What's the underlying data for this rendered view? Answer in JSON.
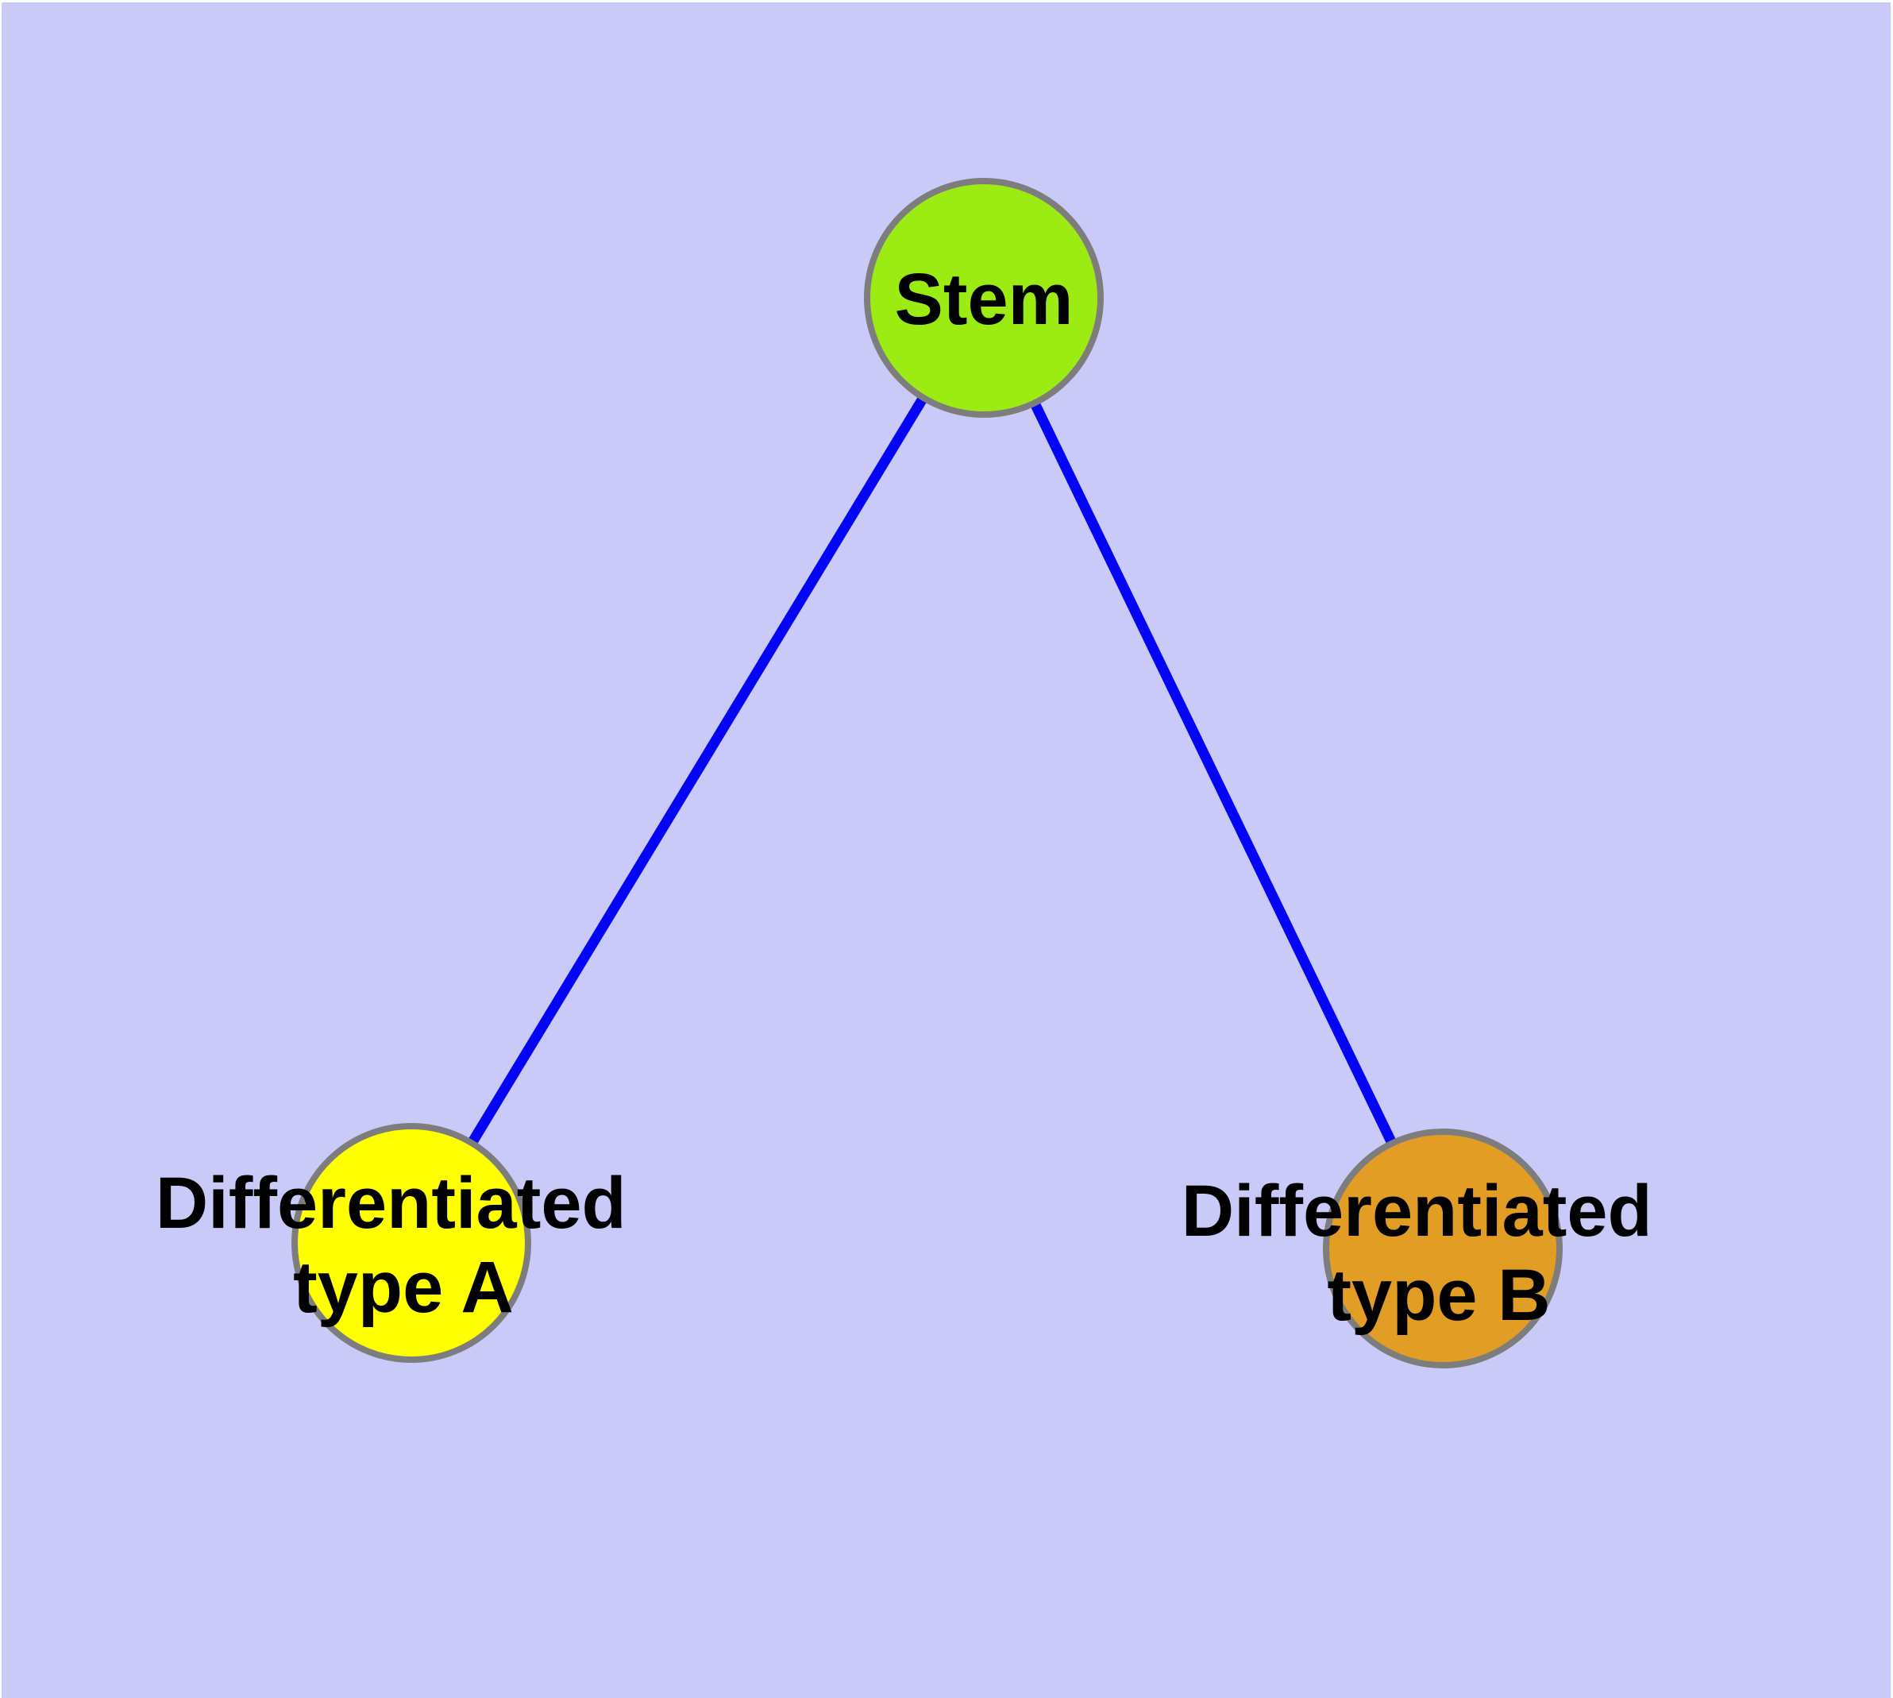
{
  "diagram": {
    "type": "node-link-graph",
    "title": "",
    "background_color": "#CACAF8",
    "page_margin_color": "#FFFFFF",
    "edge_color": "#0505F5",
    "node_border_color": "#7D7D7D",
    "label_color": "#000000",
    "nodes": {
      "stem": {
        "label": "Stem",
        "fill": "#9CEC14"
      },
      "type_a": {
        "label_line1": "Differentiated",
        "label_line2": "type A",
        "fill": "#FFFF00"
      },
      "type_b": {
        "label_line1": "Differentiated",
        "label_line2": "type B",
        "fill": "#E29D24"
      }
    },
    "edges": [
      {
        "from": "Stem",
        "to": "Differentiated type A"
      },
      {
        "from": "Stem",
        "to": "Differentiated type B"
      }
    ]
  }
}
